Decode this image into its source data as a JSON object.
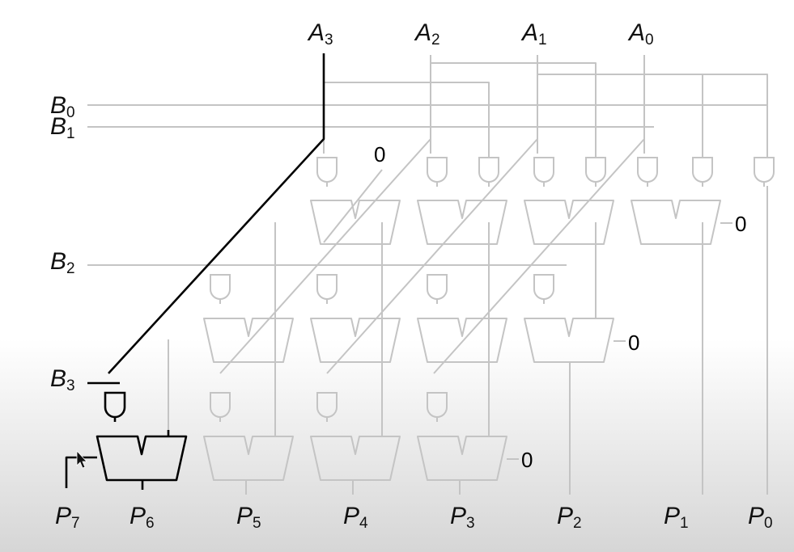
{
  "diagram": {
    "inputs_a": [
      {
        "letter": "A",
        "sub": "3"
      },
      {
        "letter": "A",
        "sub": "2"
      },
      {
        "letter": "A",
        "sub": "1"
      },
      {
        "letter": "A",
        "sub": "0"
      }
    ],
    "inputs_b": [
      {
        "letter": "B",
        "sub": "0"
      },
      {
        "letter": "B",
        "sub": "1"
      },
      {
        "letter": "B",
        "sub": "2"
      },
      {
        "letter": "B",
        "sub": "3"
      }
    ],
    "outputs": [
      {
        "letter": "P",
        "sub": "7"
      },
      {
        "letter": "P",
        "sub": "6"
      },
      {
        "letter": "P",
        "sub": "5"
      },
      {
        "letter": "P",
        "sub": "4"
      },
      {
        "letter": "P",
        "sub": "3"
      },
      {
        "letter": "P",
        "sub": "2"
      },
      {
        "letter": "P",
        "sub": "1"
      },
      {
        "letter": "P",
        "sub": "0"
      }
    ],
    "constant_zero": "0",
    "colors": {
      "faded_wire": "#c4c4c4",
      "highlight_wire": "#000000",
      "label": "#111111"
    }
  }
}
